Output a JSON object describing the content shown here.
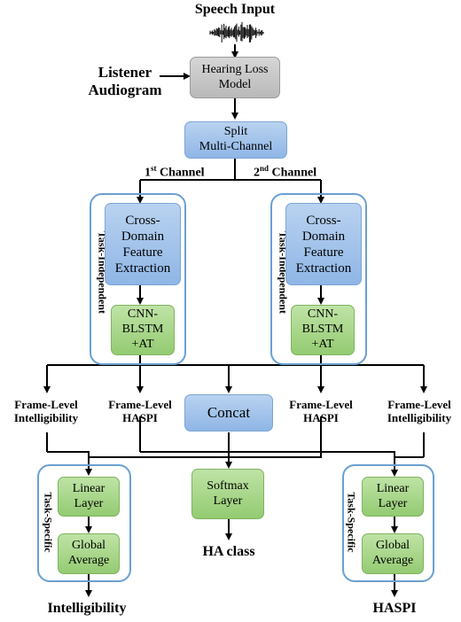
{
  "inputs": {
    "speech": "Speech Input",
    "audiogram": "Listener\nAudiogram"
  },
  "blocks": {
    "hearing_loss": "Hearing Loss\nModel",
    "split": "Split\nMulti-Channel",
    "feature_1": "Cross-\nDomain\nFeature\nExtraction",
    "feature_2": "Cross-\nDomain\nFeature\nExtraction",
    "cnn_1": "CNN-\nBLSTM\n+AT",
    "cnn_2": "CNN-\nBLSTM\n+AT",
    "concat": "Concat",
    "softmax": "Softmax\nLayer",
    "linear_1": "Linear\nLayer",
    "global_1": "Global\nAverage",
    "linear_2": "Linear\nLayer",
    "global_2": "Global\nAverage"
  },
  "channels": {
    "first": {
      "num": "1",
      "sup": "st",
      "rest": " Channel"
    },
    "second": {
      "num": "2",
      "sup": "nd",
      "rest": " Channel"
    }
  },
  "group_labels": {
    "task_independent_1": "Task-Independent",
    "task_independent_2": "Task-Independent",
    "task_specific_1": "Task-Specific",
    "task_specific_2": "Task-Specific"
  },
  "frame_outputs": {
    "intelligibility_left": "Frame-Level\nIntelligibility",
    "haspi_left": "Frame-Level\nHASPI",
    "haspi_right": "Frame-Level\nHASPI",
    "intelligibility_right": "Frame-Level\nIntelligibility"
  },
  "outputs": {
    "intelligibility": "Intelligibility",
    "ha_class": "HA class",
    "haspi": "HASPI"
  },
  "colors": {
    "gray_block": "#c4c4c4",
    "blue_block": "#a3c2ea",
    "green_block": "#a9d68a",
    "frame_border": "#6aa0d2",
    "line": "#000000"
  }
}
